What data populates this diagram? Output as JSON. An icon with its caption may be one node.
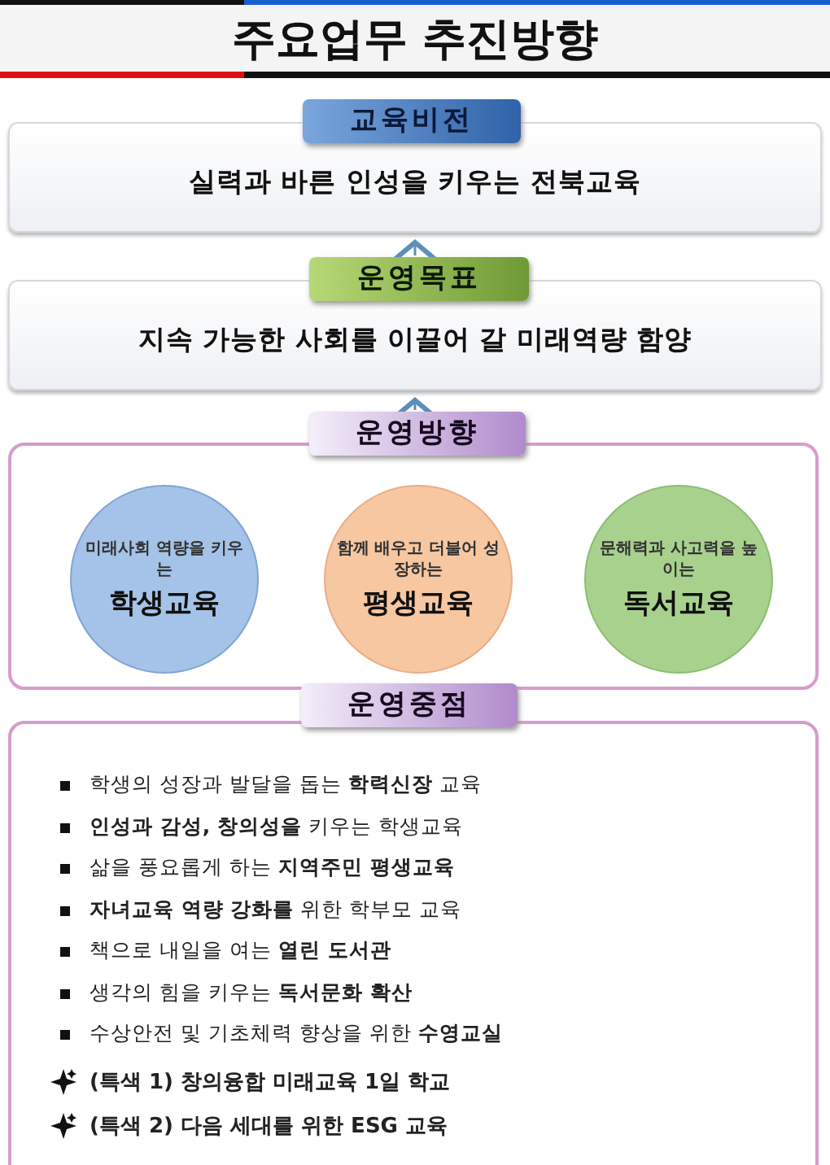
{
  "diagram": {
    "title": "주요업무 추진방향",
    "nodes": [
      {
        "text": [
          "교육비전",
          "실력과 바른 인성을 키우는 전북교육"
        ]
      },
      {
        "text": [
          "운영목표",
          "지속 가능한 사회를 이끌어 갈 미래역량 함양"
        ]
      },
      {
        "text": [
          "운영방향"
        ]
      },
      {
        "text": [
          "미래사회 역량을 키우는",
          "학생교육"
        ],
        "in": 2
      },
      {
        "text": [
          "함께 배우고 더불어 성장하는",
          "평생교육"
        ],
        "in": 2
      },
      {
        "text": [
          "문해력과 사고력을 높이는",
          "독서교육"
        ],
        "in": 2
      },
      {
        "text": [
          "운영중점",
          "학생의 성장과 발달을 돕는 **학력신장** 교육",
          "**인성과 감성, 창의성을** 키우는 학생교육",
          "삶을 풍요롭게 하는 **지역주민 평생교육**",
          "**자녀교육 역량 강화를** 위한 학부모 교육",
          "책으로 내일을 여는 **열린 도서관**",
          "생각의 힘을 키우는 **독서문화 확산**",
          "수상안전 및 기초체력 향상을 위한 **수영교실**",
          "(특색 1) 창의융합 미래교육 1일 학교",
          "(특색 2) 다음 세대를 위한 ESG 교육"
        ]
      }
    ],
    "edges": [
      {
        "from": 1,
        "to": 0,
        "arrow": "to"
      },
      {
        "from": 2,
        "to": 1,
        "arrow": "to"
      }
    ]
  }
}
